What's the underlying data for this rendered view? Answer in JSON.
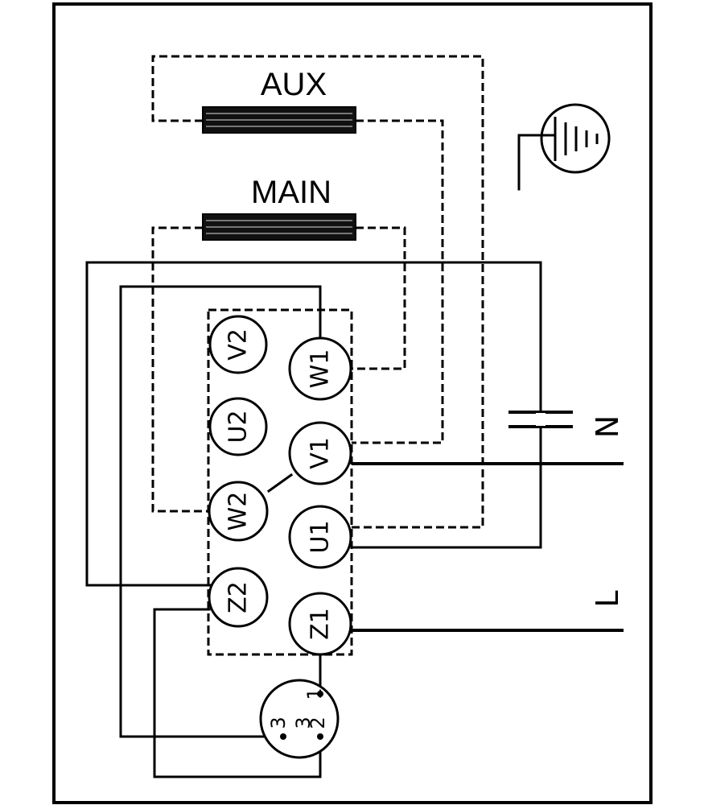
{
  "labels": {
    "aux": "AUX",
    "main": "MAIN",
    "neutral": "N",
    "line": "L"
  },
  "terminals": {
    "v2": "V2",
    "w1": "W1",
    "u2": "U2",
    "v1": "V1",
    "w2": "W2",
    "u1": "U1",
    "z2": "Z2",
    "z1": "Z1"
  },
  "protector": {
    "pin1": "1",
    "pin2": "2",
    "pin3a": "3",
    "pin3b": "3"
  }
}
